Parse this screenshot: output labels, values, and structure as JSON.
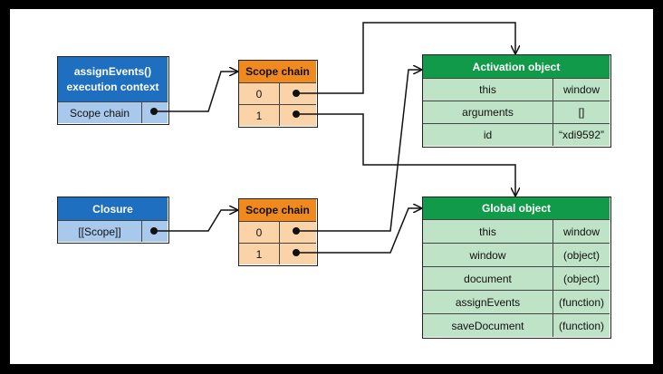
{
  "exec_context": {
    "title_line1": "assignEvents()",
    "title_line2": "execution context",
    "row_label": "Scope chain"
  },
  "closure": {
    "title": "Closure",
    "row_label": "[[Scope]]"
  },
  "scope_chain_1": {
    "title": "Scope chain",
    "rows": [
      "0",
      "1"
    ]
  },
  "scope_chain_2": {
    "title": "Scope chain",
    "rows": [
      "0",
      "1"
    ]
  },
  "activation_object": {
    "title": "Activation object",
    "rows": [
      {
        "key": "this",
        "value": "window"
      },
      {
        "key": "arguments",
        "value": "[]"
      },
      {
        "key": "id",
        "value": "“xdi9592”"
      }
    ]
  },
  "global_object": {
    "title": "Global object",
    "rows": [
      {
        "key": "this",
        "value": "window"
      },
      {
        "key": "window",
        "value": "(object)"
      },
      {
        "key": "document",
        "value": "(object)"
      },
      {
        "key": "assignEvents",
        "value": "(function)"
      },
      {
        "key": "saveDocument",
        "value": "(function)"
      }
    ]
  },
  "colors": {
    "blue_header": "#1f6fc0",
    "blue_row": "#a9c9ec",
    "orange_header": "#f08a1e",
    "orange_row": "#fbd3a8",
    "green_header": "#119a4a",
    "green_row": "#bfe3c6"
  }
}
